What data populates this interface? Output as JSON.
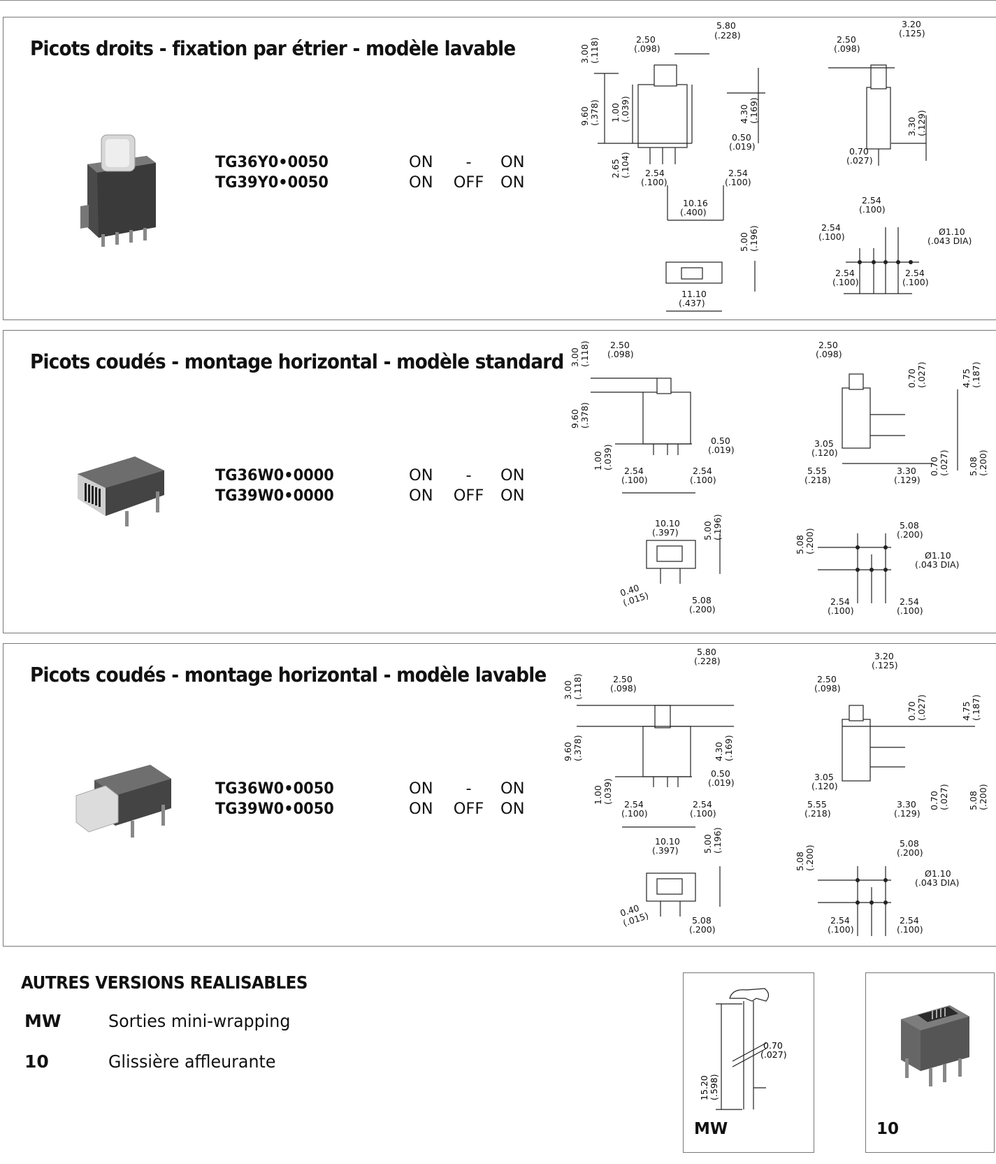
{
  "sections": [
    {
      "title": "Picots droits - fixation par étrier - modèle lavable",
      "rows": [
        {
          "part": "TG36Y0•0050",
          "c1": "ON",
          "c2": "-",
          "c3": "ON"
        },
        {
          "part": "TG39Y0•0050",
          "c1": "ON",
          "c2": "OFF",
          "c3": "ON"
        }
      ],
      "dims": [
        "5.80",
        "(.228)",
        "2.50",
        "(.098)",
        "3.00",
        "(.118)",
        "9.60",
        "(.378)",
        "1.00",
        "(.039)",
        "4.30",
        "(.169)",
        "0.50",
        "(.019)",
        "2.65",
        "(.104)",
        "2.54",
        "(.100)",
        "2.54",
        "(.100)",
        "10.16",
        "(.400)",
        "5.00",
        "(.196)",
        "11.10",
        "(.437)",
        "3.20",
        "(.125)",
        "2.50",
        "(.098)",
        "3.30",
        "(.129)",
        "0.70",
        "(.027)",
        "2.54",
        "(.100)",
        "2.54",
        "(.100)",
        "Ø1.10",
        "(.043 DIA)",
        "2.54",
        "(.100)",
        "2.54",
        "(.100)"
      ]
    },
    {
      "title": "Picots coudés - montage horizontal - modèle standard",
      "rows": [
        {
          "part": "TG36W0•0000",
          "c1": "ON",
          "c2": "-",
          "c3": "ON"
        },
        {
          "part": "TG39W0•0000",
          "c1": "ON",
          "c2": "OFF",
          "c3": "ON"
        }
      ],
      "dims": [
        "2.50",
        "(.098)",
        "3.00",
        "(.118)",
        "9.60",
        "(.378)",
        "0.50",
        "(.019)",
        "1.00",
        "(.039)",
        "2.54",
        "(.100)",
        "2.54",
        "(.100)",
        "2.50",
        "(.098)",
        "0.70",
        "(.027)",
        "4.75",
        "(.187)",
        "3.05",
        "(.120)",
        "5.55",
        "(.218)",
        "3.30",
        "(.129)",
        "0.70",
        "(.027)",
        "5.08",
        "(.200)",
        "10.10",
        "(.397)",
        "5.00",
        "(.196)",
        "0.40",
        "(.015)",
        "5.08",
        "(.200)",
        "5.08",
        "(.200)",
        "5.08",
        "(.200)",
        "Ø1.10",
        "(.043 DIA)",
        "2.54",
        "(.100)",
        "2.54",
        "(.100)"
      ]
    },
    {
      "title": "Picots coudés - montage horizontal - modèle lavable",
      "rows": [
        {
          "part": "TG36W0•0050",
          "c1": "ON",
          "c2": "-",
          "c3": "ON"
        },
        {
          "part": "TG39W0•0050",
          "c1": "ON",
          "c2": "OFF",
          "c3": "ON"
        }
      ],
      "dims": [
        "5.80",
        "(.228)",
        "2.50",
        "(.098)",
        "3.00",
        "(.118)",
        "9.60",
        "(.378)",
        "4.30",
        "(.169)",
        "0.50",
        "(.019)",
        "1.00",
        "(.039)",
        "2.54",
        "(.100)",
        "2.54",
        "(.100)",
        "3.20",
        "(.125)",
        "2.50",
        "(.098)",
        "0.70",
        "(.027)",
        "4.75",
        "(.187)",
        "3.05",
        "(.120)",
        "5.55",
        "(.218)",
        "3.30",
        "(.129)",
        "0.70",
        "(.027)",
        "5.08",
        "(.200)",
        "10.10",
        "(.397)",
        "5.00",
        "(.196)",
        "0.40",
        "(.015)",
        "5.08",
        "(.200)",
        "5.08",
        "(.200)",
        "5.08",
        "(.200)",
        "Ø1.10",
        "(.043 DIA)",
        "2.54",
        "(.100)",
        "2.54",
        "(.100)"
      ]
    }
  ],
  "autres": {
    "title": "AUTRES VERSIONS REALISABLES",
    "options": [
      {
        "code": "MW",
        "desc": "Sorties mini-wrapping"
      },
      {
        "code": "10",
        "desc": "Glissière affleurante"
      }
    ]
  },
  "mw_box": {
    "label": "MW",
    "dims": [
      "15.20",
      "(.598)",
      "0.70",
      "(.027)"
    ]
  },
  "ten_box": {
    "label": "10"
  }
}
